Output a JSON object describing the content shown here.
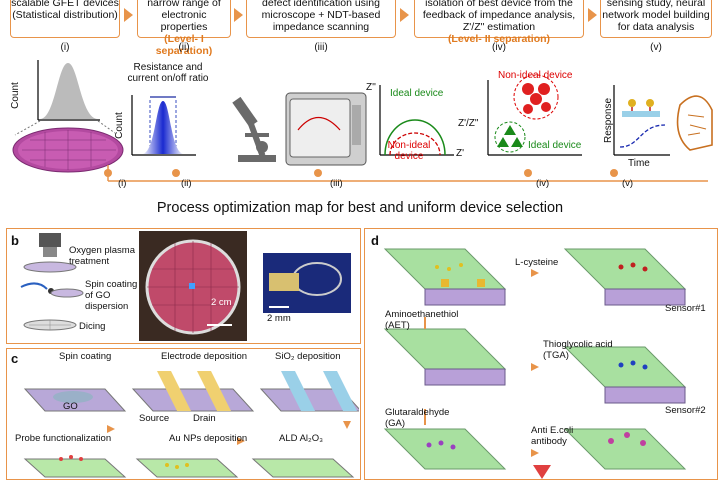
{
  "steps": [
    {
      "text": "scalable GFET devices (Statistical distribution)",
      "highlight": "",
      "roman": "(i)"
    },
    {
      "text": "narrow range of electronic properties",
      "highlight": "(Level- I separation)",
      "roman": "(ii)"
    },
    {
      "text": "defect identification using microscope + NDT-based impedance scanning",
      "highlight": "",
      "roman": "(iii)"
    },
    {
      "text": "isolation of best device from the feedback of impedance analysis, Z'/Z\" estimation",
      "highlight": "(Level- II separation)",
      "roman": "(iv)"
    },
    {
      "text": "sensing study, neural network model building for data analysis",
      "highlight": "",
      "roman": "(v)"
    }
  ],
  "plot_labels": {
    "count1": "Count",
    "resistance": "Resistance and current on/off ratio",
    "count2": "Count",
    "zpp": "Z''",
    "zp": "Z'",
    "ideal": "Ideal device",
    "nonideal": "Non-ideal device",
    "zratio": "Z'/Z\"",
    "nonideal2": "Non-ideal device",
    "ideal2": "Ideal device",
    "response": "Response",
    "time": "Time"
  },
  "timeline_marks": [
    "(i)",
    "(ii)",
    "(iii)",
    "(iv)",
    "(v)"
  ],
  "main_title": "Process optimization map for best and uniform device selection",
  "panel_b": {
    "label": "b",
    "items": [
      "Oxygen plasma treatment",
      "Spin coating of GO dispersion",
      "Dicing"
    ],
    "scale1": "2 cm",
    "scale2": "2 mm"
  },
  "panel_c": {
    "label": "c",
    "steps": [
      "Spin coating",
      "Electrode deposition",
      "SiO₂ deposition",
      "Probe functionalization",
      "Au NPs deposition",
      "ALD Al₂O₃"
    ],
    "go": "GO",
    "source": "Source",
    "drain": "Drain"
  },
  "panel_d": {
    "label": "d",
    "reagents": [
      "L-cysteine",
      "Aminoethanethiol (AET)",
      "Thioglycolic acid (TGA)",
      "Glutaraldehyde (GA)",
      "Anti E.coli antibody"
    ],
    "sensors": [
      "Sensor#1",
      "Sensor#2"
    ]
  },
  "colors": {
    "accent": "#e8944a",
    "highlight_text": "#e07a1f",
    "substrate_green": "#a8e0a0",
    "substrate_purple": "#b8a0d8"
  }
}
